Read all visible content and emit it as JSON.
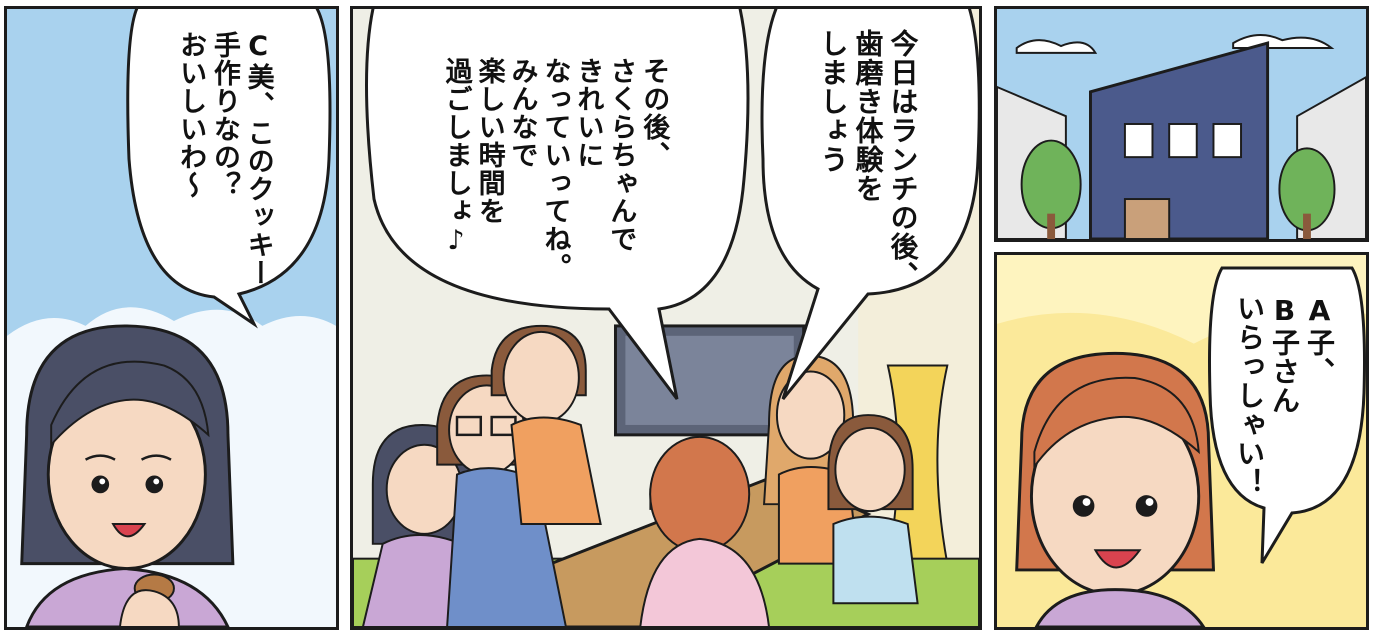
{
  "colors": {
    "outline": "#1c1c1c",
    "sky_blue": "#a9d2ee",
    "sky_yellow": "#fbe99a",
    "wall": "#efefe6",
    "house_navy": "#4b5a8c",
    "tree_green": "#6fb35a",
    "hair_dark": "#4a4f66",
    "hair_orange": "#d2774c",
    "hair_brown": "#8a5a3c",
    "skin": "#f6d9c2",
    "cardigan_purple": "#c9a7d5",
    "shirt_blue": "#6f8fc9",
    "shirt_orange": "#f0a060",
    "sofa_green": "#a6cf5a",
    "table_brown": "#c79a5f",
    "curtain_yellow": "#f3d45a",
    "tv_frame": "#5c6478"
  },
  "panels": {
    "house": {
      "icons": [
        "house-icon",
        "tree-icon",
        "cloud-icon"
      ]
    },
    "welcome": {
      "speech": {
        "lines": [
          "A子、",
          "B子さん",
          "いらっしゃい！"
        ]
      }
    },
    "living_room": {
      "speech_right": {
        "lines": [
          "今日はランチの後、",
          "歯磨き体験を",
          "しましょう"
        ]
      },
      "speech_left": {
        "lines": [
          "その後、",
          "さくらちゃんで",
          "きれいに",
          "なっていってね。",
          "みんなで",
          "楽しい時間を",
          "過ごしましょ♪"
        ]
      }
    },
    "cookie": {
      "speech": {
        "lines": [
          "C美、このクッキー",
          "手作りなの？",
          "おいしいわ～"
        ]
      }
    }
  }
}
